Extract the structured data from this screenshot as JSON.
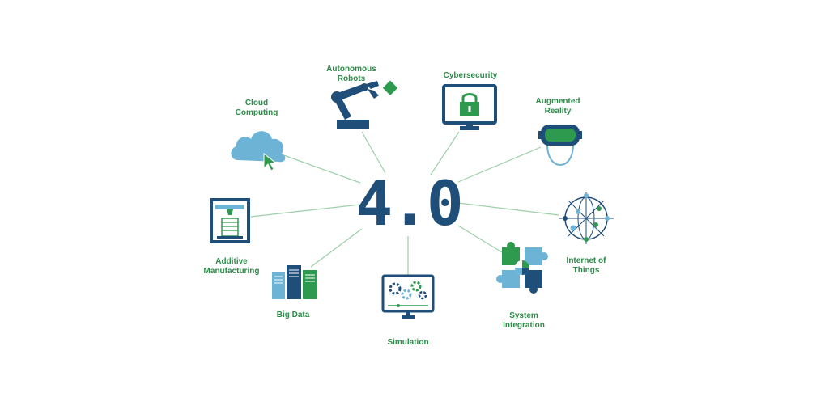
{
  "center_label": "4.0",
  "colors": {
    "navy": "#1f4e79",
    "green": "#2e9a4e",
    "light_blue": "#6db3d6",
    "teal": "#5aa9c9",
    "connector": "#9ccfa9",
    "label": "#2e8b4a"
  },
  "nodes": [
    {
      "id": "cloud-computing",
      "label_lines": [
        "Cloud",
        "Computing"
      ],
      "icon": "cloud-cursor-icon"
    },
    {
      "id": "autonomous-robots",
      "label_lines": [
        "Autonomous",
        "Robots"
      ],
      "icon": "robot-arm-icon"
    },
    {
      "id": "cybersecurity",
      "label_lines": [
        "Cybersecurity"
      ],
      "icon": "monitor-lock-icon"
    },
    {
      "id": "augmented-reality",
      "label_lines": [
        "Augmented",
        "Reality"
      ],
      "icon": "vr-headset-icon"
    },
    {
      "id": "internet-of-things",
      "label_lines": [
        "Internet of",
        "Things"
      ],
      "icon": "network-globe-icon"
    },
    {
      "id": "system-integration",
      "label_lines": [
        "System",
        "Integration"
      ],
      "icon": "puzzle-pieces-icon"
    },
    {
      "id": "simulation",
      "label_lines": [
        "Simulation"
      ],
      "icon": "monitor-gears-icon"
    },
    {
      "id": "big-data",
      "label_lines": [
        "Big Data"
      ],
      "icon": "server-racks-icon"
    },
    {
      "id": "additive-manufacturing",
      "label_lines": [
        "Additive",
        "Manufacturing"
      ],
      "icon": "3d-printer-icon"
    }
  ]
}
